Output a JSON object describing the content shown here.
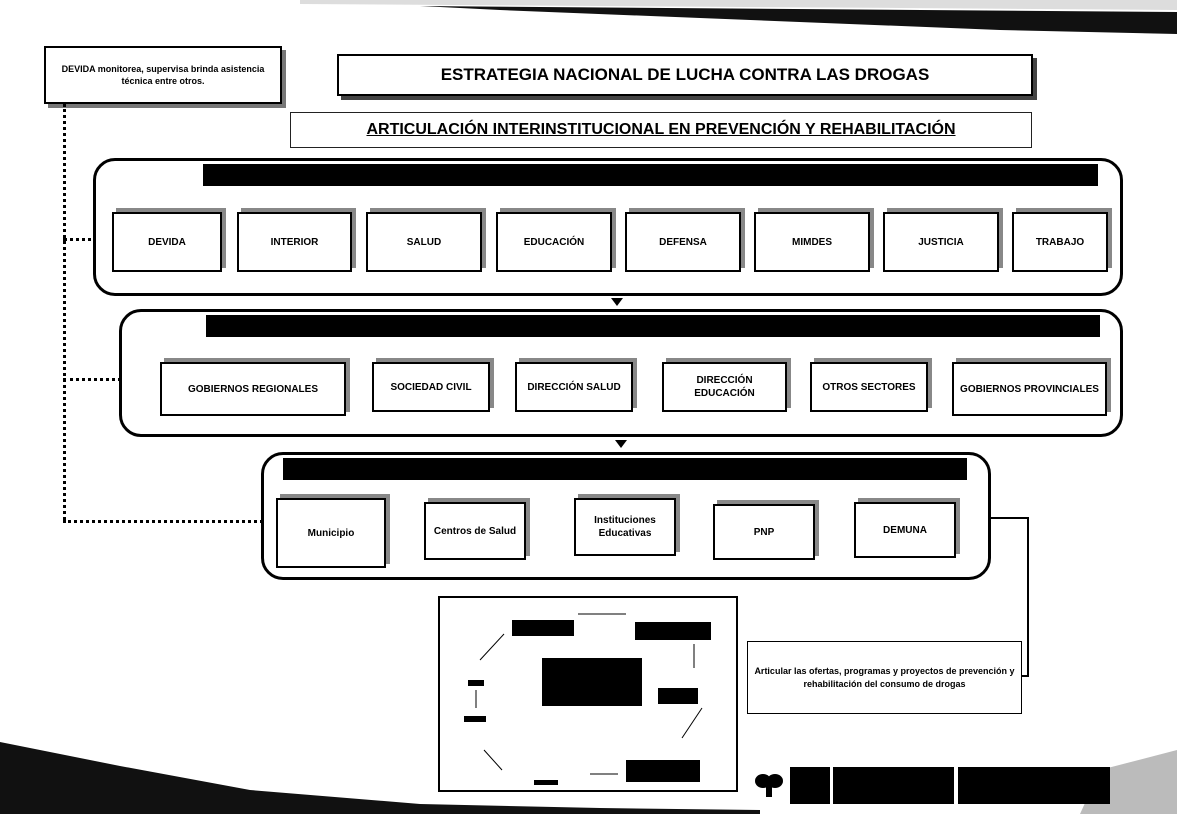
{
  "note": "DEVIDA monitorea, supervisa brinda asistencia técnica entre otros.",
  "title": "ESTRATEGIA NACIONAL DE LUCHA CONTRA LAS DROGAS",
  "subtitle": "ARTICULACIÓN INTERINSTITUCIONAL EN PREVENCIÓN Y REHABILITACIÓN",
  "level1": [
    "DEVIDA",
    "INTERIOR",
    "SALUD",
    "EDUCACIÓN",
    "DEFENSA",
    "MIMDES",
    "JUSTICIA",
    "TRABAJO"
  ],
  "level2": [
    "GOBIERNOS REGIONALES",
    "SOCIEDAD CIVIL",
    "DIRECCIÓN SALUD",
    "DIRECCIÓN EDUCACIÓN",
    "OTROS SECTORES",
    "GOBIERNOS PROVINCIALES"
  ],
  "level3": [
    "Municipio",
    "Centros de Salud",
    "Instituciones Educativas",
    "PNP",
    "DEMUNA"
  ],
  "outcome": "Articular las ofertas, programas y proyectos de prevención y rehabilitación del consumo de drogas",
  "colors": {
    "ink": "#000000",
    "shadow": "#888888",
    "paper": "#ffffff"
  }
}
